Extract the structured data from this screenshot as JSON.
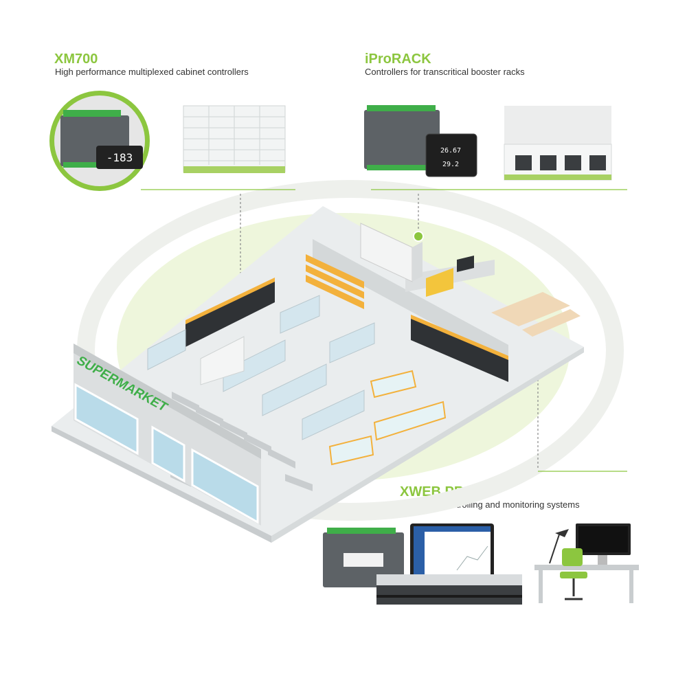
{
  "sections": {
    "xm700": {
      "title": "XM700",
      "subtitle": "High performance multiplexed cabinet controllers",
      "display_value": "-183"
    },
    "iprorack": {
      "title": "iProRACK",
      "subtitle": "Controllers for transcritical booster racks",
      "display_values": [
        "26.67",
        "29.2"
      ]
    },
    "xwebpro": {
      "title": "XWEB PRO",
      "subtitle": "Advanced controlling and monitoring systems"
    }
  },
  "store": {
    "sign": "SUPERMARKET"
  },
  "colors": {
    "accent": "#8cc63f",
    "accent_light": "#e7f2cf",
    "shelf_orange": "#f3b13c",
    "text": "#333333",
    "glass": "#b9dbe9"
  }
}
